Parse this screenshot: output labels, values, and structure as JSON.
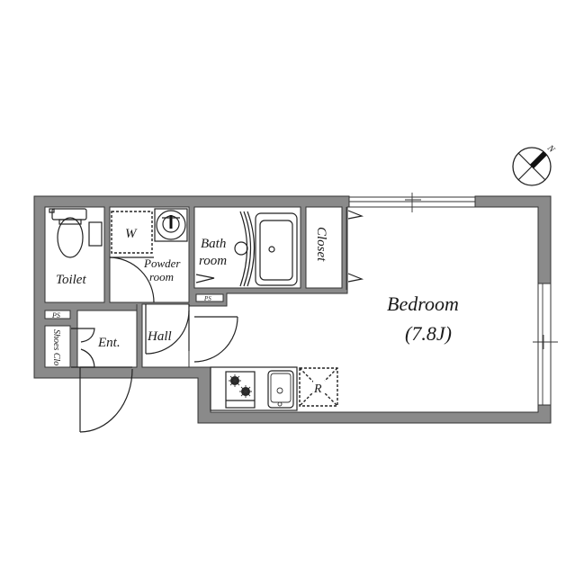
{
  "floorplan": {
    "rooms": {
      "toilet": "Toilet",
      "washer": "W",
      "powder_line1": "Powder",
      "powder_line2": "room",
      "bath_line1": "Bath",
      "bath_line2": "room",
      "closet": "Closet",
      "bedroom": "Bedroom",
      "bedroom_size": "(7.8J)",
      "entrance": "Ent.",
      "hall": "Hall",
      "shoes_closet": "Shoes Clo",
      "refrigerator": "R",
      "ps_1": "PS",
      "ps_2": "PS"
    },
    "compass": {
      "label": "N"
    },
    "colors": {
      "wall": "#8a8a8a",
      "line": "#222222",
      "background": "#ffffff"
    }
  }
}
